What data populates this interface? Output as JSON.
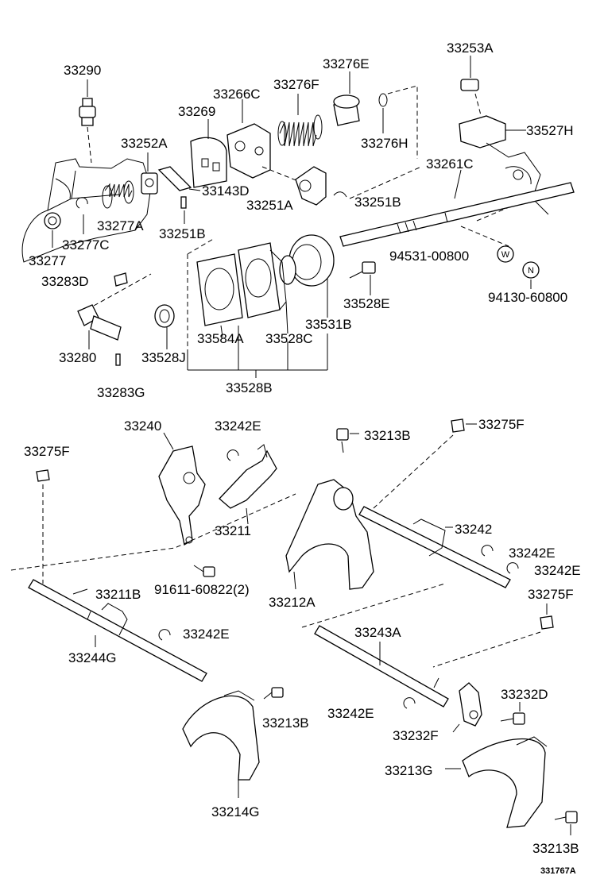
{
  "diagram_code": "331767A",
  "labels": {
    "p33290": "33290",
    "p33253A": "33253A",
    "p33276E": "33276E",
    "p33276F": "33276F",
    "p33266C": "33266C",
    "p33269": "33269",
    "p33252A": "33252A",
    "p33276H": "33276H",
    "p33527H": "33527H",
    "p33261C": "33261C",
    "p33143D": "33143D",
    "p33251A": "33251A",
    "p33251B_a": "33251B",
    "p33277A": "33277A",
    "p33251B_b": "33251B",
    "p33277C": "33277C",
    "p33277": "33277",
    "p94531": "94531-00800",
    "p94130": "94130-60800",
    "p33283D": "33283D",
    "p33528E": "33528E",
    "p33531B": "33531B",
    "p33584A": "33584A",
    "p33528C": "33528C",
    "p33280": "33280",
    "p33528J": "33528J",
    "p33528B": "33528B",
    "p33283G": "33283G",
    "p33240": "33240",
    "p33242E_a": "33242E",
    "p33213B_a": "33213B",
    "p33275F_a": "33275F",
    "p33275F_b": "33275F",
    "p33242": "33242",
    "p33211": "33211",
    "p33242E_b": "33242E",
    "p33242E_c": "33242E",
    "p91611": "91611-60822(2)",
    "p33212A": "33212A",
    "p33211B": "33211B",
    "p33275F_c": "33275F",
    "p33243A": "33243A",
    "p33242E_d": "33242E",
    "p33244G": "33244G",
    "p33232D": "33232D",
    "p33213B_b": "33213B",
    "p33242E_e": "33242E",
    "p33232F": "33232F",
    "p33213G": "33213G",
    "p33214G": "33214G",
    "p33213B_c": "33213B",
    "badge_w": "W",
    "badge_n": "N"
  }
}
